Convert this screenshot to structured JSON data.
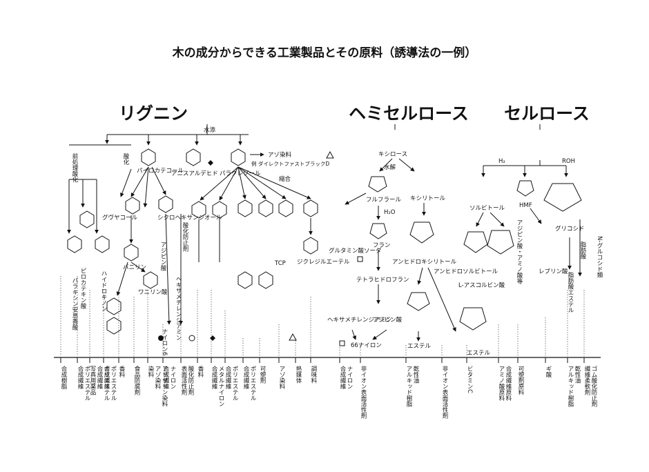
{
  "title": "木の成分からできる工業製品とその原料（誘導法の一例）",
  "headings": {
    "lignin": "リグニン",
    "hemicellulose": "ヘミセルロース",
    "cellulose": "セルロース"
  },
  "branch_labels": {
    "hydrogenation": "水添",
    "pretreatment_oxidation": "前処理酸化",
    "oxidation": "酸化",
    "azo_dye": "アゾ染料",
    "azo_example": "例 ダイレクトファストブラックD",
    "condensation": "縮合",
    "hydrolysis": "水解",
    "h2o": "H₂O",
    "h2": "H₂",
    "roh": "ROH",
    "fatty_acid": "脂肪酸"
  },
  "lignin_compounds": [
    "ピロカテキン酸",
    "パラキシン安息香酸",
    "ハイドロキノン",
    "グヴヤコール",
    "パイロカテコール",
    "バニリン",
    "ワニリン酸",
    "シクロヘキサンジオール",
    "アニスアルデヒド",
    "パラクレゾール",
    "TCP",
    "ジクレジルエーテル",
    "アジピン酸",
    "ヘキサメチレンジアミン",
    "ナイロン6",
    "酸化防止剤"
  ],
  "hemi_compounds": [
    "キシロース",
    "フルフラール",
    "フラン",
    "キシリトール",
    "グルタミン酸ソーダ",
    "アンヒドロキシリトール",
    "テトラヒドロフラン",
    "ヘキサメチレンジアミン",
    "アジピン酸",
    "66ナイロン",
    "エステル"
  ],
  "cell_compounds": [
    "ソルビトール",
    "HMF",
    "レブリン酸",
    "グリコシド",
    "アンヒドロソルビトール",
    "L-アスコルビン酸",
    "アジピン酸・アミノ酸等",
    "脂肪酸エステル",
    "N-グルコシド類",
    "エステル"
  ],
  "products": [
    "合成樹脂",
    "合成繊維・ポリエステル",
    "写真用薬品・合成繊維・ポリエステル",
    "合成繊維・ポリエステル",
    "香料",
    "食品防腐剤",
    "染料・アゾ染料・アリザリン染料",
    "合成繊維・ナイロン",
    "表面活性剤・酸化防止剤",
    "香料",
    "合成繊維・メタルナイロン",
    "合成繊維・ポリエステル",
    "合成繊維・ポリエステル",
    "可塑剤",
    "アゾ染料",
    "熱媒体",
    "調味料",
    "合成繊維・ナイロン",
    "非イオン表面活性剤",
    "アルキッド樹脂・乾性油",
    "非イオン表面活性剤",
    "ビタミンC",
    "アミノ酸原料・合成繊維原料",
    "可塑剤原料",
    "ギ酸",
    "アルキッド樹脂・乾性油",
    "繊維柔軟剤・ゴム酸化防止剤"
  ]
}
